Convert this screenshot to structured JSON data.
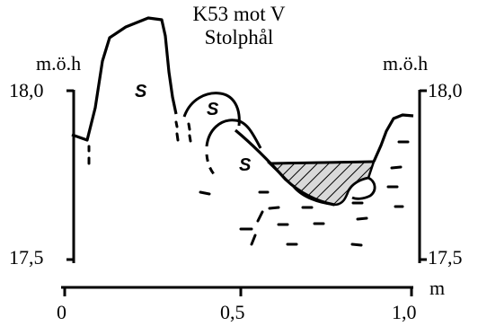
{
  "title": {
    "line1": "K53 mot V",
    "line2": "Stolphål"
  },
  "axes": {
    "left_unit": "m.ö.h",
    "right_unit": "m.ö.h",
    "y_ticks": [
      "18,0",
      "17,5"
    ],
    "x_ticks": [
      "0",
      "0,5",
      "1,0"
    ],
    "x_unit": "m"
  },
  "annotations": {
    "stone_label": "S"
  }
}
